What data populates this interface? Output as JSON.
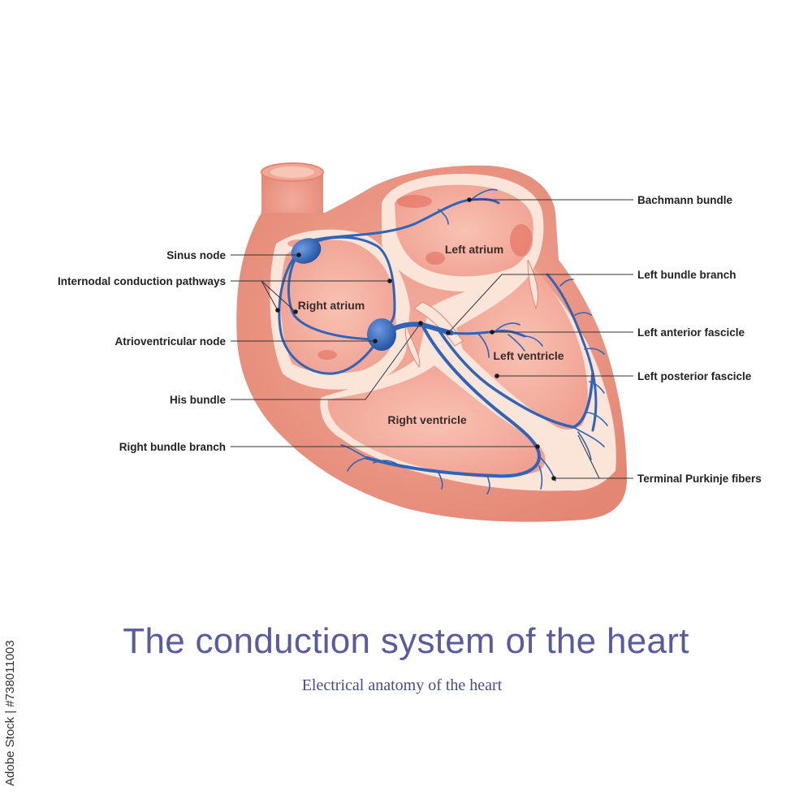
{
  "diagram": {
    "title": "The conduction system of the heart",
    "subtitle": "Electrical anatomy of the heart",
    "chambers": {
      "left_atrium": "Left atrium",
      "right_atrium": "Right atrium",
      "left_ventricle": "Left ventricle",
      "right_ventricle": "Right ventricle"
    },
    "callouts": {
      "sinus_node": "Sinus node",
      "internodal": "Internodal conduction pathways",
      "av_node": "Atrioventricular node",
      "his_bundle": "His bundle",
      "right_bundle_branch": "Right bundle branch",
      "bachmann": "Bachmann bundle",
      "left_bundle_branch": "Left bundle branch",
      "left_anterior_fascicle": "Left anterior fascicle",
      "left_posterior_fascicle": "Left posterior fascicle",
      "purkinje": "Terminal Purkinje fibers"
    },
    "colors": {
      "outer_wall": "#ee9a8c",
      "inner_lining": "#fbe6dc",
      "chamber": "#f6b0a0",
      "conduction": "#2f64b8",
      "title": "#5a5aa0"
    }
  },
  "stock_id": "Adobe Stock | #738011003"
}
